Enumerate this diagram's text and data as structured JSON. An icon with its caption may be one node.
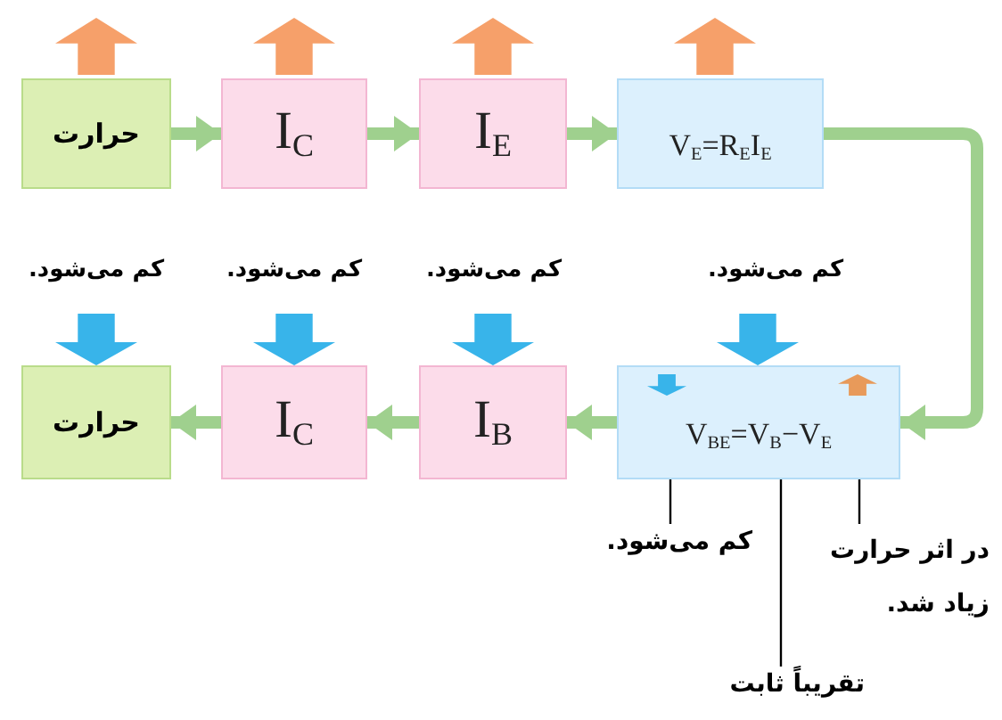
{
  "diagram": {
    "nodes": [
      {
        "text": [
          "حرارت"
        ]
      },
      {
        "text": [
          "I$_{C}$"
        ]
      },
      {
        "text": [
          "I$_{E}$"
        ]
      },
      {
        "text": [
          "V$_{E}$=R$_{E}$I$_{E}$"
        ]
      },
      {
        "text": [
          "حرارت"
        ],
        "beside": [
          "کم می‌شود."
        ]
      },
      {
        "text": [
          "I$_{C}$"
        ],
        "beside": [
          "کم می‌شود."
        ]
      },
      {
        "text": [
          "I$_{B}$"
        ],
        "beside": [
          "کم می‌شود."
        ]
      },
      {
        "text": [
          "V$_{BE}$=V$_{B}$−V$_{E}$"
        ],
        "beside": [
          "کم می‌شود."
        ]
      },
      {
        "text": [
          "کم می‌شود."
        ]
      },
      {
        "text": [
          "تقریباً ثابت"
        ]
      },
      {
        "text": [
          "در اثر حرارت زیاد شد."
        ]
      }
    ],
    "edges": [
      {
        "from": 0,
        "to": 1,
        "arrow": "to"
      },
      {
        "from": 1,
        "to": 2,
        "arrow": "to"
      },
      {
        "from": 2,
        "to": 3,
        "arrow": "to"
      },
      {
        "from": 3,
        "to": 7,
        "arrow": "to"
      },
      {
        "from": 7,
        "to": 6,
        "arrow": "to"
      },
      {
        "from": 6,
        "to": 5,
        "arrow": "to"
      },
      {
        "from": 5,
        "to": 4,
        "arrow": "to"
      },
      {
        "from": 8,
        "to": 7,
        "arrow": "none",
        "color": "#000000"
      },
      {
        "from": 9,
        "to": 7,
        "arrow": "none",
        "color": "#000000"
      },
      {
        "from": 10,
        "to": 7,
        "arrow": "none",
        "color": "#000000"
      }
    ]
  }
}
